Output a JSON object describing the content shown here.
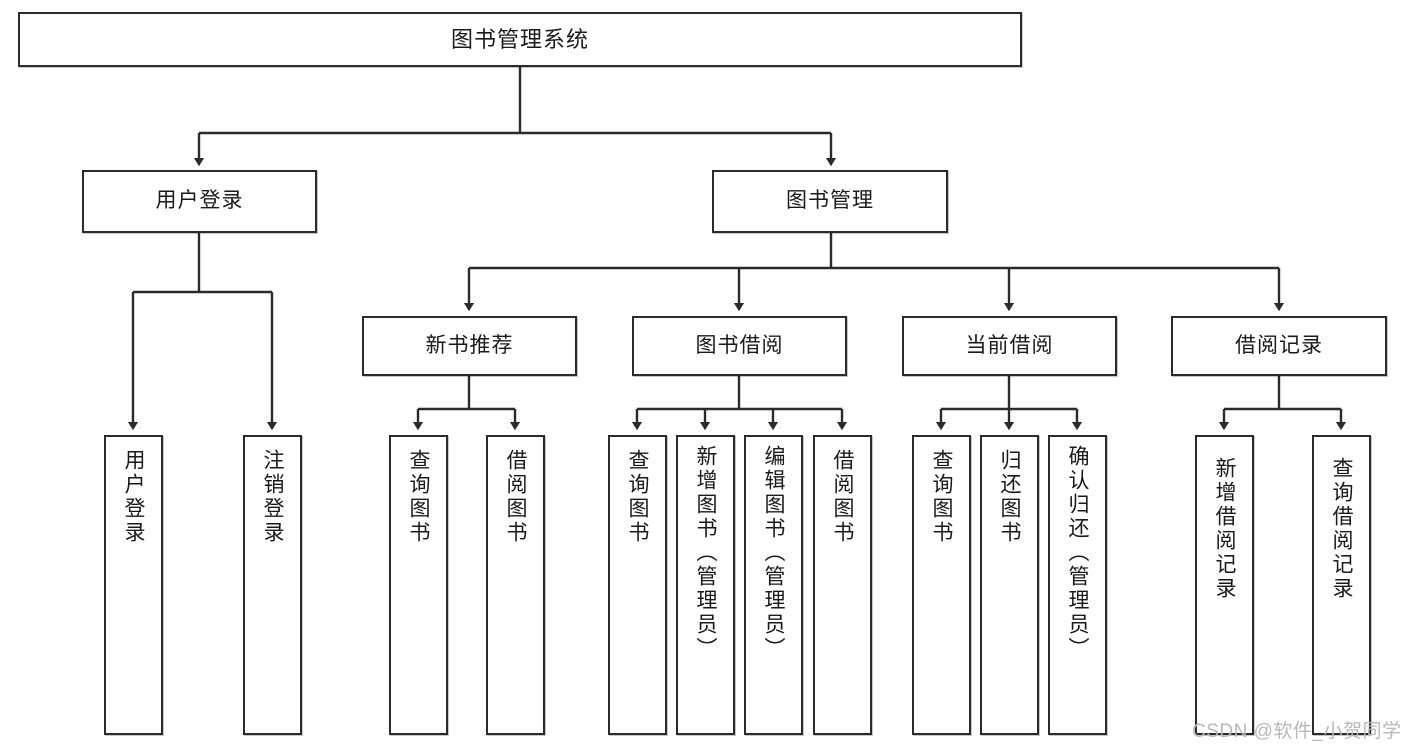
{
  "diagram": {
    "title": "图书管理系统",
    "type": "tree",
    "colors": {
      "background": "#ffffff",
      "box_stroke": "#2b2b2b",
      "box_fill": "#ffffff",
      "edge_stroke": "#2b2b2b",
      "text": "#1a1a1a",
      "watermark": "#b9b9b9"
    },
    "root": {
      "label": "图书管理系统"
    },
    "level2": [
      {
        "label": "用户登录"
      },
      {
        "label": "图书管理"
      }
    ],
    "level3": [
      {
        "label": "新书推荐"
      },
      {
        "label": "图书借阅"
      },
      {
        "label": "当前借阅"
      },
      {
        "label": "借阅记录"
      }
    ],
    "leaves": {
      "user_login": [
        {
          "label": "用户登录"
        },
        {
          "label": "注销登录"
        }
      ],
      "new_book_recommend": [
        {
          "label": "查询图书"
        },
        {
          "label": "借阅图书"
        }
      ],
      "book_borrow": [
        {
          "label": "查询图书"
        },
        {
          "label": "新增图书（管理员）"
        },
        {
          "label": "编辑图书（管理员）"
        },
        {
          "label": "借阅图书"
        }
      ],
      "current_borrow": [
        {
          "label": "查询图书"
        },
        {
          "label": "归还图书"
        },
        {
          "label": "确认归还（管理员）"
        }
      ],
      "borrow_record": [
        {
          "label": "新增借阅记录"
        },
        {
          "label": "查询借阅记录"
        }
      ]
    }
  },
  "watermark": {
    "text": "CSDN @软件_小贺同学"
  }
}
